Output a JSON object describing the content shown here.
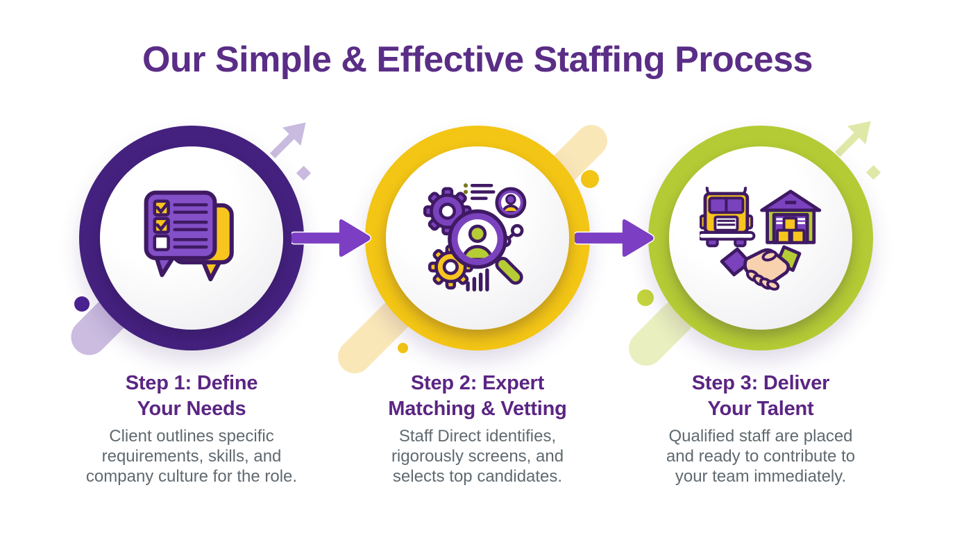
{
  "title": "Our Simple & Effective Staffing Process",
  "palette": {
    "title_purple": "#5A2D86",
    "deep_purple_ring": "#44217E",
    "golden_yellow_ring": "#F3C515",
    "lime_green_ring": "#B4CB35",
    "arrow_purple": "#7C3EC3",
    "icon_outline_purple": "#3F1A63",
    "icon_fill_purple": "#8350C8",
    "icon_fill_yellow": "#F7C51E",
    "icon_fill_lime": "#B5CC35",
    "hand_peach": "#F8D2AE",
    "lavender_decor": "#C9BADF",
    "cream_decor": "#FAE7B8",
    "light_lime_decor": "#E9EFBE",
    "body_text_gray": "#60696F"
  },
  "steps": [
    {
      "heading_line1": "Step 1: Define",
      "heading_line2": "Your Needs",
      "desc_lines": [
        "Client outlines specific",
        "requirements, skills, and",
        "company culture for the role."
      ],
      "icon": "checklist-chat-bubbles-icon",
      "ring_color": "#44217E"
    },
    {
      "heading_line1": "Step 2: Expert",
      "heading_line2": "Matching & Vetting",
      "desc_lines": [
        "Staff Direct identifies,",
        "rigorously screens, and",
        "selects top candidates."
      ],
      "icon": "magnifier-candidate-gears-icon",
      "ring_color": "#F3C515"
    },
    {
      "heading_line1": "Step 3: Deliver",
      "heading_line2": "Your Talent",
      "desc_lines": [
        "Qualified staff are placed",
        "and ready to contribute to",
        "your team immediately."
      ],
      "icon": "truck-warehouse-handshake-icon",
      "ring_color": "#B4CB35"
    }
  ]
}
